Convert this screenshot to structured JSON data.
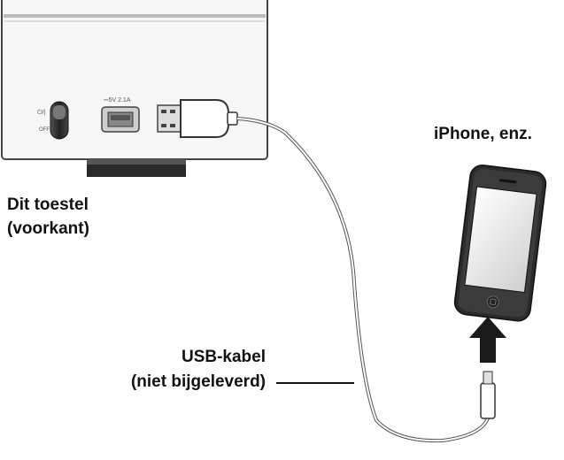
{
  "labels": {
    "device_line1": "Dit toestel",
    "device_line2": "(voorkant)",
    "phone": "iPhone, enz.",
    "cable_line1": "USB-kabel",
    "cable_line2": "(niet bijgeleverd)"
  },
  "device_panel": {
    "power_symbol": "⏻/|",
    "power_off": "OFF",
    "usb_rating": "⎓5V 2.1A"
  },
  "colors": {
    "panel_fill": "#f6f6f6",
    "panel_stroke": "#444444",
    "foot": "#2a2a2a",
    "phone_body": "#2b2b2b",
    "arrow": "#1a1a1a",
    "cable": "#555555"
  }
}
